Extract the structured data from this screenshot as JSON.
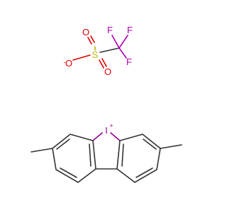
{
  "colors": {
    "bond": "#333333",
    "sulfur": "#b8b800",
    "oxygen": "#e00000",
    "fluorine": "#b000b0",
    "iodine": "#940094",
    "background": "#ffffff"
  },
  "triflate": {
    "atoms": {
      "s": "S",
      "o_minus": "O",
      "o_minus_charge": "-",
      "o_top": "O",
      "o_bottom": "O",
      "f_top_left": "F",
      "f_top_right": "F",
      "f_right": "F"
    }
  },
  "cation": {
    "atoms": {
      "iodine": "I",
      "iodine_charge": "+"
    }
  }
}
